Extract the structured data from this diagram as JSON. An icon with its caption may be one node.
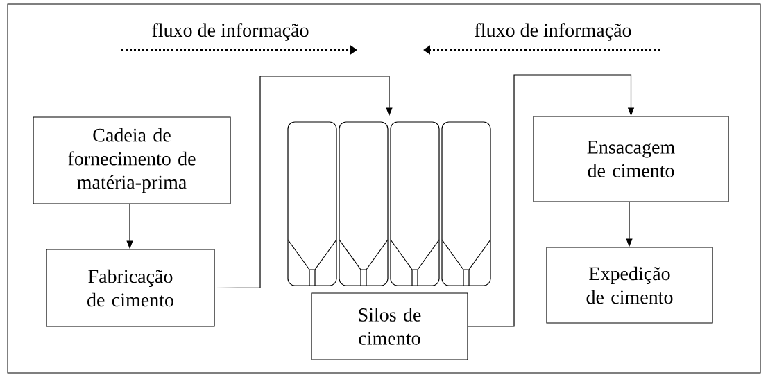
{
  "diagram": {
    "nodes": [
      {
        "text": [
          "Cadeia de fornecimento de matéria-prima"
        ]
      },
      {
        "text": [
          "Fabricação de cimento"
        ]
      },
      {
        "text": [],
        "shape": "picture"
      },
      {
        "text": [
          "Silos de cimento"
        ]
      },
      {
        "text": [
          "Ensacagem de cimento"
        ]
      },
      {
        "text": [
          "Expedição de cimento"
        ]
      }
    ],
    "edges": [
      {
        "from": 0,
        "to": 1,
        "arrow": "to"
      },
      {
        "from": 1,
        "to": 2,
        "arrow": "to"
      },
      {
        "from": 3,
        "to": 4,
        "arrow": "to"
      },
      {
        "from": 4,
        "to": 5,
        "arrow": "to"
      }
    ],
    "labels": [
      "fluxo de informação",
      "fluxo de informação"
    ]
  }
}
